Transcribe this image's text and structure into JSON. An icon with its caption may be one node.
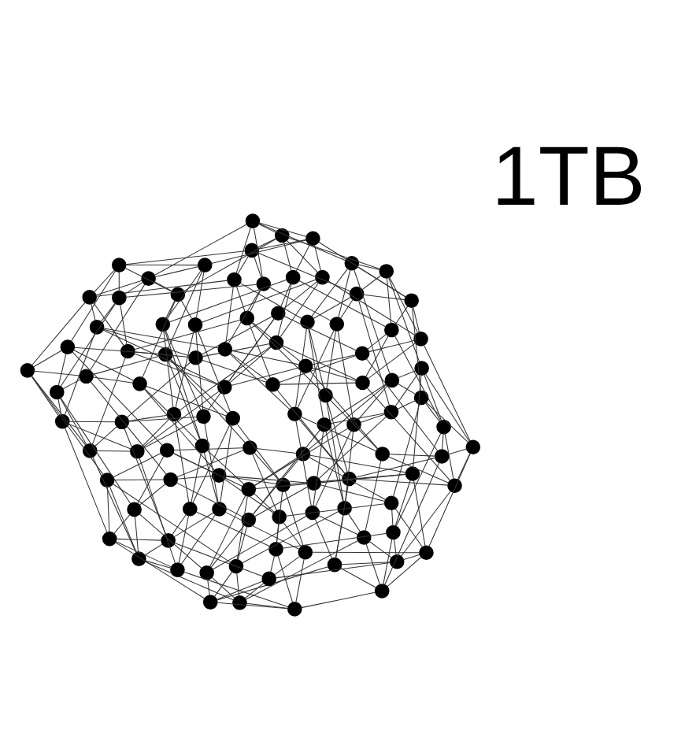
{
  "diagram": {
    "nodes": [
      {
        "text": [],
        "shape": "circle"
      },
      {
        "text": [],
        "shape": "circle"
      },
      {
        "text": [],
        "shape": "circle"
      },
      {
        "text": [],
        "shape": "circle"
      },
      {
        "text": [],
        "shape": "circle"
      },
      {
        "text": [],
        "shape": "circle"
      },
      {
        "text": [],
        "shape": "circle"
      },
      {
        "text": [],
        "shape": "circle"
      },
      {
        "text": [],
        "shape": "circle"
      },
      {
        "text": [],
        "shape": "circle"
      },
      {
        "text": [],
        "shape": "circle"
      },
      {
        "text": [],
        "shape": "circle"
      },
      {
        "text": [],
        "shape": "circle"
      },
      {
        "text": [],
        "shape": "circle"
      },
      {
        "text": [],
        "shape": "circle"
      },
      {
        "text": [],
        "shape": "circle"
      },
      {
        "text": [],
        "shape": "circle"
      },
      {
        "text": [],
        "shape": "circle"
      },
      {
        "text": [],
        "shape": "circle"
      },
      {
        "text": [],
        "shape": "circle"
      },
      {
        "text": [],
        "shape": "circle"
      },
      {
        "text": [],
        "shape": "circle"
      },
      {
        "text": [],
        "shape": "circle"
      },
      {
        "text": [],
        "shape": "circle"
      },
      {
        "text": [],
        "shape": "circle"
      },
      {
        "text": [],
        "shape": "circle"
      },
      {
        "text": [],
        "shape": "circle"
      },
      {
        "text": [],
        "shape": "circle"
      },
      {
        "text": [],
        "shape": "circle"
      },
      {
        "text": [],
        "shape": "circle"
      },
      {
        "text": [],
        "shape": "circle"
      },
      {
        "text": [],
        "shape": "circle"
      },
      {
        "text": [],
        "shape": "circle"
      },
      {
        "text": [],
        "shape": "circle"
      },
      {
        "text": [],
        "shape": "circle"
      },
      {
        "text": [],
        "shape": "circle"
      },
      {
        "text": [],
        "shape": "circle"
      },
      {
        "text": [],
        "shape": "circle"
      },
      {
        "text": [],
        "shape": "circle"
      },
      {
        "text": [],
        "shape": "circle"
      },
      {
        "text": [],
        "shape": "circle"
      },
      {
        "text": [],
        "shape": "circle"
      },
      {
        "text": [],
        "shape": "circle"
      },
      {
        "text": [],
        "shape": "circle"
      },
      {
        "text": [],
        "shape": "circle"
      },
      {
        "text": [],
        "shape": "circle"
      },
      {
        "text": [],
        "shape": "circle"
      },
      {
        "text": [],
        "shape": "circle"
      },
      {
        "text": [],
        "shape": "circle"
      },
      {
        "text": [],
        "shape": "circle"
      },
      {
        "text": [],
        "shape": "circle"
      },
      {
        "text": [],
        "shape": "circle"
      },
      {
        "text": [],
        "shape": "circle"
      },
      {
        "text": [],
        "shape": "circle"
      },
      {
        "text": [],
        "shape": "circle"
      },
      {
        "text": [],
        "shape": "circle"
      },
      {
        "text": [],
        "shape": "circle"
      },
      {
        "text": [],
        "shape": "circle"
      },
      {
        "text": [],
        "shape": "circle"
      },
      {
        "text": [],
        "shape": "circle"
      },
      {
        "text": [],
        "shape": "circle"
      },
      {
        "text": [],
        "shape": "circle"
      },
      {
        "text": [],
        "shape": "circle"
      },
      {
        "text": [],
        "shape": "circle"
      },
      {
        "text": [],
        "shape": "circle"
      },
      {
        "text": [],
        "shape": "circle"
      },
      {
        "text": [],
        "shape": "circle"
      },
      {
        "text": [],
        "shape": "circle"
      },
      {
        "text": [],
        "shape": "circle"
      },
      {
        "text": [],
        "shape": "circle"
      },
      {
        "text": [],
        "shape": "circle"
      },
      {
        "text": [],
        "shape": "circle"
      },
      {
        "text": [],
        "shape": "circle"
      },
      {
        "text": [],
        "shape": "circle"
      },
      {
        "text": [],
        "shape": "circle"
      },
      {
        "text": [],
        "shape": "circle"
      },
      {
        "text": [],
        "shape": "circle"
      },
      {
        "text": [],
        "shape": "circle"
      },
      {
        "text": [],
        "shape": "circle"
      },
      {
        "text": [],
        "shape": "circle"
      },
      {
        "text": [],
        "shape": "circle"
      },
      {
        "text": [],
        "shape": "circle"
      },
      {
        "text": [],
        "shape": "circle"
      },
      {
        "text": [],
        "shape": "circle"
      },
      {
        "text": [],
        "shape": "circle"
      },
      {
        "text": [],
        "shape": "circle"
      },
      {
        "text": [],
        "shape": "circle"
      },
      {
        "text": [],
        "shape": "circle"
      },
      {
        "text": [],
        "shape": "circle"
      },
      {
        "text": [],
        "shape": "circle"
      },
      {
        "text": [],
        "shape": "circle"
      },
      {
        "text": [],
        "shape": "circle"
      },
      {
        "text": [],
        "shape": "circle"
      },
      {
        "text": [],
        "shape": "circle"
      },
      {
        "text": [],
        "shape": "circle"
      },
      {
        "text": [],
        "shape": "circle"
      },
      {
        "text": [],
        "shape": "circle"
      },
      {
        "text": [],
        "shape": "circle"
      },
      {
        "text": [],
        "shape": "circle"
      },
      {
        "text": [],
        "shape": "circle"
      }
    ],
    "edges": [
      {
        "from": 0,
        "to": 13,
        "arrow": "none"
      },
      {
        "from": 0,
        "to": 37,
        "arrow": "none"
      },
      {
        "from": 0,
        "to": 59,
        "arrow": "none"
      },
      {
        "from": 1,
        "to": 14,
        "arrow": "none"
      },
      {
        "from": 1,
        "to": 38,
        "arrow": "none"
      },
      {
        "from": 1,
        "to": 60,
        "arrow": "none"
      },
      {
        "from": 2,
        "to": 15,
        "arrow": "none"
      },
      {
        "from": 2,
        "to": 39,
        "arrow": "none"
      },
      {
        "from": 2,
        "to": 61,
        "arrow": "none"
      },
      {
        "from": 3,
        "to": 16,
        "arrow": "none"
      },
      {
        "from": 3,
        "to": 40,
        "arrow": "none"
      },
      {
        "from": 3,
        "to": 62,
        "arrow": "none"
      },
      {
        "from": 4,
        "to": 17,
        "arrow": "none"
      },
      {
        "from": 4,
        "to": 41,
        "arrow": "none"
      },
      {
        "from": 4,
        "to": 63,
        "arrow": "none"
      },
      {
        "from": 5,
        "to": 18,
        "arrow": "none"
      },
      {
        "from": 5,
        "to": 42,
        "arrow": "none"
      },
      {
        "from": 5,
        "to": 64,
        "arrow": "none"
      },
      {
        "from": 6,
        "to": 19,
        "arrow": "none"
      },
      {
        "from": 6,
        "to": 43,
        "arrow": "none"
      },
      {
        "from": 6,
        "to": 65,
        "arrow": "none"
      },
      {
        "from": 7,
        "to": 20,
        "arrow": "none"
      },
      {
        "from": 7,
        "to": 44,
        "arrow": "none"
      },
      {
        "from": 7,
        "to": 66,
        "arrow": "none"
      },
      {
        "from": 8,
        "to": 21,
        "arrow": "none"
      },
      {
        "from": 8,
        "to": 45,
        "arrow": "none"
      },
      {
        "from": 8,
        "to": 67,
        "arrow": "none"
      },
      {
        "from": 9,
        "to": 22,
        "arrow": "none"
      },
      {
        "from": 9,
        "to": 46,
        "arrow": "none"
      },
      {
        "from": 9,
        "to": 68,
        "arrow": "none"
      },
      {
        "from": 10,
        "to": 23,
        "arrow": "none"
      },
      {
        "from": 10,
        "to": 47,
        "arrow": "none"
      },
      {
        "from": 10,
        "to": 69,
        "arrow": "none"
      },
      {
        "from": 11,
        "to": 24,
        "arrow": "none"
      },
      {
        "from": 11,
        "to": 48,
        "arrow": "none"
      },
      {
        "from": 11,
        "to": 70,
        "arrow": "none"
      },
      {
        "from": 12,
        "to": 25,
        "arrow": "none"
      },
      {
        "from": 12,
        "to": 49,
        "arrow": "none"
      },
      {
        "from": 12,
        "to": 71,
        "arrow": "none"
      },
      {
        "from": 13,
        "to": 26,
        "arrow": "none"
      },
      {
        "from": 13,
        "to": 50,
        "arrow": "none"
      },
      {
        "from": 13,
        "to": 72,
        "arrow": "none"
      },
      {
        "from": 14,
        "to": 27,
        "arrow": "none"
      },
      {
        "from": 14,
        "to": 51,
        "arrow": "none"
      },
      {
        "from": 14,
        "to": 73,
        "arrow": "none"
      },
      {
        "from": 15,
        "to": 28,
        "arrow": "none"
      },
      {
        "from": 15,
        "to": 52,
        "arrow": "none"
      },
      {
        "from": 15,
        "to": 74,
        "arrow": "none"
      },
      {
        "from": 16,
        "to": 29,
        "arrow": "none"
      },
      {
        "from": 16,
        "to": 53,
        "arrow": "none"
      },
      {
        "from": 16,
        "to": 75,
        "arrow": "none"
      },
      {
        "from": 17,
        "to": 30,
        "arrow": "none"
      },
      {
        "from": 17,
        "to": 54,
        "arrow": "none"
      },
      {
        "from": 17,
        "to": 76,
        "arrow": "none"
      },
      {
        "from": 18,
        "to": 31,
        "arrow": "none"
      },
      {
        "from": 18,
        "to": 55,
        "arrow": "none"
      },
      {
        "from": 18,
        "to": 77,
        "arrow": "none"
      },
      {
        "from": 19,
        "to": 32,
        "arrow": "none"
      },
      {
        "from": 19,
        "to": 56,
        "arrow": "none"
      },
      {
        "from": 19,
        "to": 78,
        "arrow": "none"
      },
      {
        "from": 20,
        "to": 33,
        "arrow": "none"
      },
      {
        "from": 20,
        "to": 57,
        "arrow": "none"
      },
      {
        "from": 20,
        "to": 79,
        "arrow": "none"
      },
      {
        "from": 21,
        "to": 34,
        "arrow": "none"
      },
      {
        "from": 21,
        "to": 58,
        "arrow": "none"
      },
      {
        "from": 21,
        "to": 80,
        "arrow": "none"
      },
      {
        "from": 22,
        "to": 35,
        "arrow": "none"
      },
      {
        "from": 22,
        "to": 59,
        "arrow": "none"
      },
      {
        "from": 22,
        "to": 81,
        "arrow": "none"
      },
      {
        "from": 23,
        "to": 36,
        "arrow": "none"
      },
      {
        "from": 23,
        "to": 60,
        "arrow": "none"
      },
      {
        "from": 23,
        "to": 82,
        "arrow": "none"
      },
      {
        "from": 24,
        "to": 37,
        "arrow": "none"
      },
      {
        "from": 24,
        "to": 61,
        "arrow": "none"
      },
      {
        "from": 24,
        "to": 83,
        "arrow": "none"
      },
      {
        "from": 25,
        "to": 38,
        "arrow": "none"
      },
      {
        "from": 25,
        "to": 62,
        "arrow": "none"
      },
      {
        "from": 25,
        "to": 84,
        "arrow": "none"
      },
      {
        "from": 26,
        "to": 39,
        "arrow": "none"
      },
      {
        "from": 26,
        "to": 63,
        "arrow": "none"
      },
      {
        "from": 26,
        "to": 85,
        "arrow": "none"
      },
      {
        "from": 27,
        "to": 40,
        "arrow": "none"
      },
      {
        "from": 27,
        "to": 64,
        "arrow": "none"
      },
      {
        "from": 27,
        "to": 86,
        "arrow": "none"
      },
      {
        "from": 28,
        "to": 41,
        "arrow": "none"
      },
      {
        "from": 28,
        "to": 65,
        "arrow": "none"
      },
      {
        "from": 28,
        "to": 87,
        "arrow": "none"
      },
      {
        "from": 29,
        "to": 42,
        "arrow": "none"
      },
      {
        "from": 29,
        "to": 66,
        "arrow": "none"
      },
      {
        "from": 29,
        "to": 88,
        "arrow": "none"
      },
      {
        "from": 30,
        "to": 43,
        "arrow": "none"
      },
      {
        "from": 30,
        "to": 67,
        "arrow": "none"
      },
      {
        "from": 30,
        "to": 89,
        "arrow": "none"
      },
      {
        "from": 31,
        "to": 44,
        "arrow": "none"
      },
      {
        "from": 31,
        "to": 68,
        "arrow": "none"
      },
      {
        "from": 31,
        "to": 90,
        "arrow": "none"
      },
      {
        "from": 32,
        "to": 45,
        "arrow": "none"
      },
      {
        "from": 32,
        "to": 69,
        "arrow": "none"
      },
      {
        "from": 32,
        "to": 91,
        "arrow": "none"
      },
      {
        "from": 33,
        "to": 46,
        "arrow": "none"
      },
      {
        "from": 33,
        "to": 70,
        "arrow": "none"
      },
      {
        "from": 33,
        "to": 92,
        "arrow": "none"
      },
      {
        "from": 34,
        "to": 47,
        "arrow": "none"
      },
      {
        "from": 34,
        "to": 71,
        "arrow": "none"
      },
      {
        "from": 34,
        "to": 93,
        "arrow": "none"
      },
      {
        "from": 35,
        "to": 48,
        "arrow": "none"
      },
      {
        "from": 35,
        "to": 72,
        "arrow": "none"
      },
      {
        "from": 35,
        "to": 94,
        "arrow": "none"
      },
      {
        "from": 36,
        "to": 49,
        "arrow": "none"
      },
      {
        "from": 36,
        "to": 73,
        "arrow": "none"
      },
      {
        "from": 36,
        "to": 95,
        "arrow": "none"
      },
      {
        "from": 37,
        "to": 50,
        "arrow": "none"
      },
      {
        "from": 37,
        "to": 74,
        "arrow": "none"
      },
      {
        "from": 37,
        "to": 96,
        "arrow": "none"
      },
      {
        "from": 38,
        "to": 51,
        "arrow": "none"
      },
      {
        "from": 38,
        "to": 75,
        "arrow": "none"
      },
      {
        "from": 38,
        "to": 97,
        "arrow": "none"
      },
      {
        "from": 39,
        "to": 52,
        "arrow": "none"
      },
      {
        "from": 39,
        "to": 76,
        "arrow": "none"
      },
      {
        "from": 39,
        "to": 98,
        "arrow": "none"
      },
      {
        "from": 40,
        "to": 53,
        "arrow": "none"
      },
      {
        "from": 40,
        "to": 77,
        "arrow": "none"
      },
      {
        "from": 40,
        "to": 99,
        "arrow": "none"
      },
      {
        "from": 41,
        "to": 54,
        "arrow": "none"
      },
      {
        "from": 41,
        "to": 78,
        "arrow": "none"
      },
      {
        "from": 41,
        "to": 0,
        "arrow": "none"
      },
      {
        "from": 42,
        "to": 55,
        "arrow": "none"
      },
      {
        "from": 42,
        "to": 79,
        "arrow": "none"
      },
      {
        "from": 42,
        "to": 1,
        "arrow": "none"
      },
      {
        "from": 43,
        "to": 56,
        "arrow": "none"
      },
      {
        "from": 43,
        "to": 80,
        "arrow": "none"
      },
      {
        "from": 43,
        "to": 2,
        "arrow": "none"
      },
      {
        "from": 44,
        "to": 57,
        "arrow": "none"
      },
      {
        "from": 44,
        "to": 81,
        "arrow": "none"
      },
      {
        "from": 44,
        "to": 3,
        "arrow": "none"
      },
      {
        "from": 45,
        "to": 58,
        "arrow": "none"
      },
      {
        "from": 45,
        "to": 82,
        "arrow": "none"
      },
      {
        "from": 45,
        "to": 4,
        "arrow": "none"
      },
      {
        "from": 46,
        "to": 59,
        "arrow": "none"
      },
      {
        "from": 46,
        "to": 83,
        "arrow": "none"
      },
      {
        "from": 46,
        "to": 5,
        "arrow": "none"
      },
      {
        "from": 47,
        "to": 60,
        "arrow": "none"
      },
      {
        "from": 47,
        "to": 84,
        "arrow": "none"
      },
      {
        "from": 47,
        "to": 6,
        "arrow": "none"
      },
      {
        "from": 48,
        "to": 61,
        "arrow": "none"
      },
      {
        "from": 48,
        "to": 85,
        "arrow": "none"
      },
      {
        "from": 48,
        "to": 7,
        "arrow": "none"
      },
      {
        "from": 49,
        "to": 62,
        "arrow": "none"
      },
      {
        "from": 49,
        "to": 86,
        "arrow": "none"
      },
      {
        "from": 49,
        "to": 8,
        "arrow": "none"
      },
      {
        "from": 50,
        "to": 63,
        "arrow": "none"
      },
      {
        "from": 50,
        "to": 87,
        "arrow": "none"
      },
      {
        "from": 50,
        "to": 9,
        "arrow": "none"
      },
      {
        "from": 51,
        "to": 64,
        "arrow": "none"
      },
      {
        "from": 51,
        "to": 88,
        "arrow": "none"
      },
      {
        "from": 51,
        "to": 10,
        "arrow": "none"
      },
      {
        "from": 52,
        "to": 65,
        "arrow": "none"
      },
      {
        "from": 52,
        "to": 89,
        "arrow": "none"
      },
      {
        "from": 52,
        "to": 11,
        "arrow": "none"
      },
      {
        "from": 53,
        "to": 66,
        "arrow": "none"
      },
      {
        "from": 53,
        "to": 90,
        "arrow": "none"
      },
      {
        "from": 53,
        "to": 12,
        "arrow": "none"
      },
      {
        "from": 54,
        "to": 67,
        "arrow": "none"
      },
      {
        "from": 54,
        "to": 91,
        "arrow": "none"
      },
      {
        "from": 54,
        "to": 13,
        "arrow": "none"
      },
      {
        "from": 55,
        "to": 68,
        "arrow": "none"
      },
      {
        "from": 55,
        "to": 92,
        "arrow": "none"
      },
      {
        "from": 55,
        "to": 14,
        "arrow": "none"
      },
      {
        "from": 56,
        "to": 69,
        "arrow": "none"
      },
      {
        "from": 56,
        "to": 93,
        "arrow": "none"
      },
      {
        "from": 56,
        "to": 15,
        "arrow": "none"
      },
      {
        "from": 57,
        "to": 70,
        "arrow": "none"
      },
      {
        "from": 57,
        "to": 94,
        "arrow": "none"
      },
      {
        "from": 57,
        "to": 16,
        "arrow": "none"
      },
      {
        "from": 58,
        "to": 71,
        "arrow": "none"
      },
      {
        "from": 58,
        "to": 95,
        "arrow": "none"
      },
      {
        "from": 58,
        "to": 17,
        "arrow": "none"
      },
      {
        "from": 59,
        "to": 72,
        "arrow": "none"
      },
      {
        "from": 59,
        "to": 96,
        "arrow": "none"
      },
      {
        "from": 59,
        "to": 18,
        "arrow": "none"
      },
      {
        "from": 60,
        "to": 73,
        "arrow": "none"
      },
      {
        "from": 60,
        "to": 97,
        "arrow": "none"
      },
      {
        "from": 60,
        "to": 19,
        "arrow": "none"
      },
      {
        "from": 61,
        "to": 74,
        "arrow": "none"
      },
      {
        "from": 61,
        "to": 98,
        "arrow": "none"
      },
      {
        "from": 61,
        "to": 20,
        "arrow": "none"
      },
      {
        "from": 62,
        "to": 75,
        "arrow": "none"
      },
      {
        "from": 62,
        "to": 99,
        "arrow": "none"
      },
      {
        "from": 62,
        "to": 21,
        "arrow": "none"
      },
      {
        "from": 63,
        "to": 76,
        "arrow": "none"
      },
      {
        "from": 63,
        "to": 0,
        "arrow": "none"
      },
      {
        "from": 63,
        "to": 22,
        "arrow": "none"
      },
      {
        "from": 64,
        "to": 77,
        "arrow": "none"
      },
      {
        "from": 64,
        "to": 1,
        "arrow": "none"
      },
      {
        "from": 64,
        "to": 23,
        "arrow": "none"
      },
      {
        "from": 65,
        "to": 78,
        "arrow": "none"
      },
      {
        "from": 65,
        "to": 2,
        "arrow": "none"
      },
      {
        "from": 65,
        "to": 24,
        "arrow": "none"
      },
      {
        "from": 66,
        "to": 79,
        "arrow": "none"
      },
      {
        "from": 66,
        "to": 3,
        "arrow": "none"
      },
      {
        "from": 66,
        "to": 25,
        "arrow": "none"
      },
      {
        "from": 67,
        "to": 80,
        "arrow": "none"
      },
      {
        "from": 67,
        "to": 4,
        "arrow": "none"
      },
      {
        "from": 67,
        "to": 26,
        "arrow": "none"
      },
      {
        "from": 68,
        "to": 81,
        "arrow": "none"
      },
      {
        "from": 68,
        "to": 5,
        "arrow": "none"
      },
      {
        "from": 68,
        "to": 27,
        "arrow": "none"
      },
      {
        "from": 69,
        "to": 82,
        "arrow": "none"
      },
      {
        "from": 69,
        "to": 6,
        "arrow": "none"
      },
      {
        "from": 69,
        "to": 28,
        "arrow": "none"
      },
      {
        "from": 70,
        "to": 83,
        "arrow": "none"
      },
      {
        "from": 70,
        "to": 7,
        "arrow": "none"
      },
      {
        "from": 70,
        "to": 29,
        "arrow": "none"
      },
      {
        "from": 71,
        "to": 84,
        "arrow": "none"
      },
      {
        "from": 71,
        "to": 8,
        "arrow": "none"
      },
      {
        "from": 71,
        "to": 30,
        "arrow": "none"
      },
      {
        "from": 72,
        "to": 85,
        "arrow": "none"
      },
      {
        "from": 72,
        "to": 9,
        "arrow": "none"
      },
      {
        "from": 72,
        "to": 31,
        "arrow": "none"
      },
      {
        "from": 73,
        "to": 86,
        "arrow": "none"
      },
      {
        "from": 73,
        "to": 10,
        "arrow": "none"
      },
      {
        "from": 73,
        "to": 32,
        "arrow": "none"
      },
      {
        "from": 74,
        "to": 87,
        "arrow": "none"
      },
      {
        "from": 74,
        "to": 11,
        "arrow": "none"
      },
      {
        "from": 74,
        "to": 33,
        "arrow": "none"
      },
      {
        "from": 75,
        "to": 88,
        "arrow": "none"
      },
      {
        "from": 75,
        "to": 12,
        "arrow": "none"
      },
      {
        "from": 75,
        "to": 34,
        "arrow": "none"
      },
      {
        "from": 76,
        "to": 89,
        "arrow": "none"
      },
      {
        "from": 76,
        "to": 13,
        "arrow": "none"
      },
      {
        "from": 76,
        "to": 35,
        "arrow": "none"
      },
      {
        "from": 77,
        "to": 90,
        "arrow": "none"
      },
      {
        "from": 77,
        "to": 14,
        "arrow": "none"
      },
      {
        "from": 77,
        "to": 36,
        "arrow": "none"
      },
      {
        "from": 78,
        "to": 91,
        "arrow": "none"
      },
      {
        "from": 78,
        "to": 15,
        "arrow": "none"
      },
      {
        "from": 78,
        "to": 37,
        "arrow": "none"
      },
      {
        "from": 79,
        "to": 92,
        "arrow": "none"
      },
      {
        "from": 79,
        "to": 16,
        "arrow": "none"
      },
      {
        "from": 79,
        "to": 38,
        "arrow": "none"
      },
      {
        "from": 80,
        "to": 93,
        "arrow": "none"
      },
      {
        "from": 80,
        "to": 17,
        "arrow": "none"
      },
      {
        "from": 80,
        "to": 39,
        "arrow": "none"
      },
      {
        "from": 81,
        "to": 94,
        "arrow": "none"
      },
      {
        "from": 81,
        "to": 18,
        "arrow": "none"
      },
      {
        "from": 81,
        "to": 40,
        "arrow": "none"
      },
      {
        "from": 82,
        "to": 95,
        "arrow": "none"
      },
      {
        "from": 82,
        "to": 19,
        "arrow": "none"
      },
      {
        "from": 82,
        "to": 41,
        "arrow": "none"
      },
      {
        "from": 83,
        "to": 96,
        "arrow": "none"
      },
      {
        "from": 83,
        "to": 20,
        "arrow": "none"
      },
      {
        "from": 83,
        "to": 42,
        "arrow": "none"
      },
      {
        "from": 84,
        "to": 97,
        "arrow": "none"
      },
      {
        "from": 84,
        "to": 21,
        "arrow": "none"
      },
      {
        "from": 84,
        "to": 43,
        "arrow": "none"
      },
      {
        "from": 85,
        "to": 98,
        "arrow": "none"
      },
      {
        "from": 85,
        "to": 22,
        "arrow": "none"
      },
      {
        "from": 85,
        "to": 44,
        "arrow": "none"
      },
      {
        "from": 86,
        "to": 99,
        "arrow": "none"
      },
      {
        "from": 86,
        "to": 23,
        "arrow": "none"
      },
      {
        "from": 86,
        "to": 45,
        "arrow": "none"
      },
      {
        "from": 87,
        "to": 0,
        "arrow": "none"
      },
      {
        "from": 87,
        "to": 24,
        "arrow": "none"
      },
      {
        "from": 87,
        "to": 46,
        "arrow": "none"
      },
      {
        "from": 88,
        "to": 1,
        "arrow": "none"
      },
      {
        "from": 88,
        "to": 25,
        "arrow": "none"
      },
      {
        "from": 88,
        "to": 47,
        "arrow": "none"
      },
      {
        "from": 89,
        "to": 2,
        "arrow": "none"
      },
      {
        "from": 89,
        "to": 26,
        "arrow": "none"
      },
      {
        "from": 89,
        "to": 48,
        "arrow": "none"
      },
      {
        "from": 90,
        "to": 3,
        "arrow": "none"
      },
      {
        "from": 90,
        "to": 27,
        "arrow": "none"
      },
      {
        "from": 90,
        "to": 49,
        "arrow": "none"
      },
      {
        "from": 91,
        "to": 4,
        "arrow": "none"
      },
      {
        "from": 91,
        "to": 28,
        "arrow": "none"
      },
      {
        "from": 91,
        "to": 50,
        "arrow": "none"
      },
      {
        "from": 92,
        "to": 5,
        "arrow": "none"
      },
      {
        "from": 92,
        "to": 29,
        "arrow": "none"
      },
      {
        "from": 92,
        "to": 51,
        "arrow": "none"
      },
      {
        "from": 93,
        "to": 6,
        "arrow": "none"
      },
      {
        "from": 93,
        "to": 30,
        "arrow": "none"
      },
      {
        "from": 93,
        "to": 52,
        "arrow": "none"
      },
      {
        "from": 94,
        "to": 7,
        "arrow": "none"
      },
      {
        "from": 94,
        "to": 31,
        "arrow": "none"
      },
      {
        "from": 94,
        "to": 53,
        "arrow": "none"
      },
      {
        "from": 95,
        "to": 8,
        "arrow": "none"
      },
      {
        "from": 95,
        "to": 32,
        "arrow": "none"
      },
      {
        "from": 95,
        "to": 54,
        "arrow": "none"
      },
      {
        "from": 96,
        "to": 9,
        "arrow": "none"
      },
      {
        "from": 96,
        "to": 33,
        "arrow": "none"
      },
      {
        "from": 96,
        "to": 55,
        "arrow": "none"
      },
      {
        "from": 97,
        "to": 10,
        "arrow": "none"
      },
      {
        "from": 97,
        "to": 34,
        "arrow": "none"
      },
      {
        "from": 97,
        "to": 56,
        "arrow": "none"
      },
      {
        "from": 98,
        "to": 11,
        "arrow": "none"
      },
      {
        "from": 98,
        "to": 35,
        "arrow": "none"
      },
      {
        "from": 98,
        "to": 57,
        "arrow": "none"
      },
      {
        "from": 99,
        "to": 12,
        "arrow": "none"
      },
      {
        "from": 99,
        "to": 36,
        "arrow": "none"
      },
      {
        "from": 99,
        "to": 58,
        "arrow": "none"
      }
    ],
    "labels": [
      "1TB"
    ]
  }
}
